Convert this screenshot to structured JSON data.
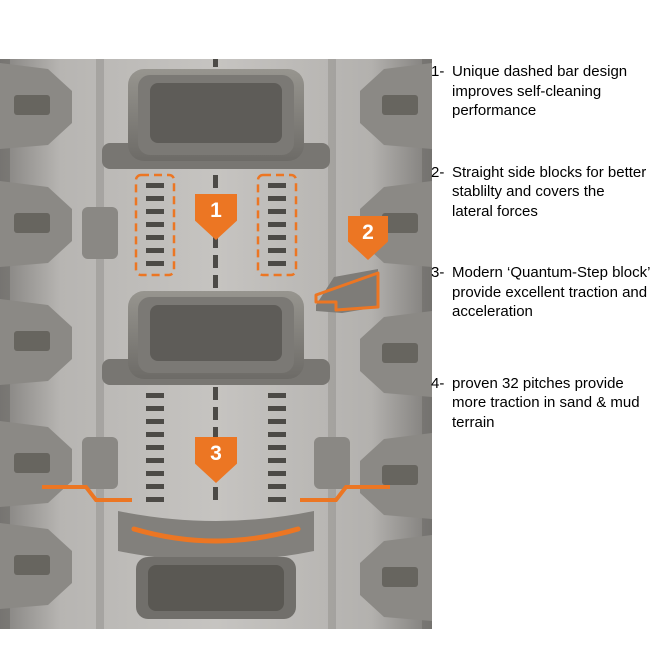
{
  "colors": {
    "accent": "#EC7623",
    "background": "#ffffff",
    "text": "#000000"
  },
  "markers": [
    {
      "label": "1"
    },
    {
      "label": "2"
    },
    {
      "label": "3"
    }
  ],
  "notes": [
    {
      "num": "1-",
      "lines": [
        "Unique dashed bar design",
        "improves self-cleaning",
        "performance"
      ]
    },
    {
      "num": "2-",
      "lines": [
        "Straight side blocks for better",
        "stablilty and covers the",
        "lateral forces"
      ]
    },
    {
      "num": "3-",
      "lines": [
        "Modern ‘Quantum-Step block’",
        "provide excellent traction and",
        "acceleration"
      ]
    },
    {
      "num": "4-",
      "lines": [
        "proven 32 pitches provide",
        "more traction in sand & mud",
        "terrain"
      ]
    }
  ]
}
